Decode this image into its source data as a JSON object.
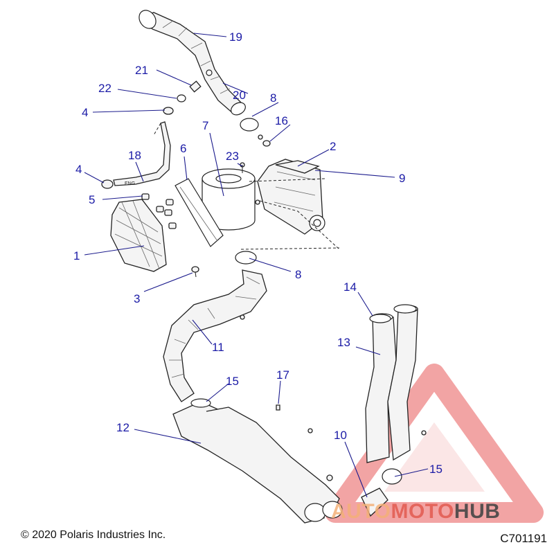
{
  "diagram": {
    "callouts": {
      "c1": "1",
      "c2": "2",
      "c3": "3",
      "c4a": "4",
      "c4b": "4",
      "c5": "5",
      "c6": "6",
      "c7": "7",
      "c8a": "8",
      "c8b": "8",
      "c9": "9",
      "c10": "10",
      "c11": "11",
      "c12": "12",
      "c13": "13",
      "c14": "14",
      "c15a": "15",
      "c15b": "15",
      "c16": "16",
      "c17": "17",
      "c18": "18",
      "c19": "19",
      "c20": "20",
      "c21": "21",
      "c22": "22",
      "c23": "23"
    },
    "hose_label": "ENG"
  },
  "footer": {
    "copyright": "© 2020 Polaris Industries Inc.",
    "drawing_code": "C701191"
  },
  "watermark": {
    "auto": "AUTO",
    "moto": "MOTO",
    "hub": "HUB",
    "triangle_color": "#e85a5a",
    "text_colors": [
      "#f3b078",
      "#e25a50",
      "#464646"
    ]
  },
  "colors": {
    "callout": "#1a1aa6",
    "line": "#222222"
  }
}
